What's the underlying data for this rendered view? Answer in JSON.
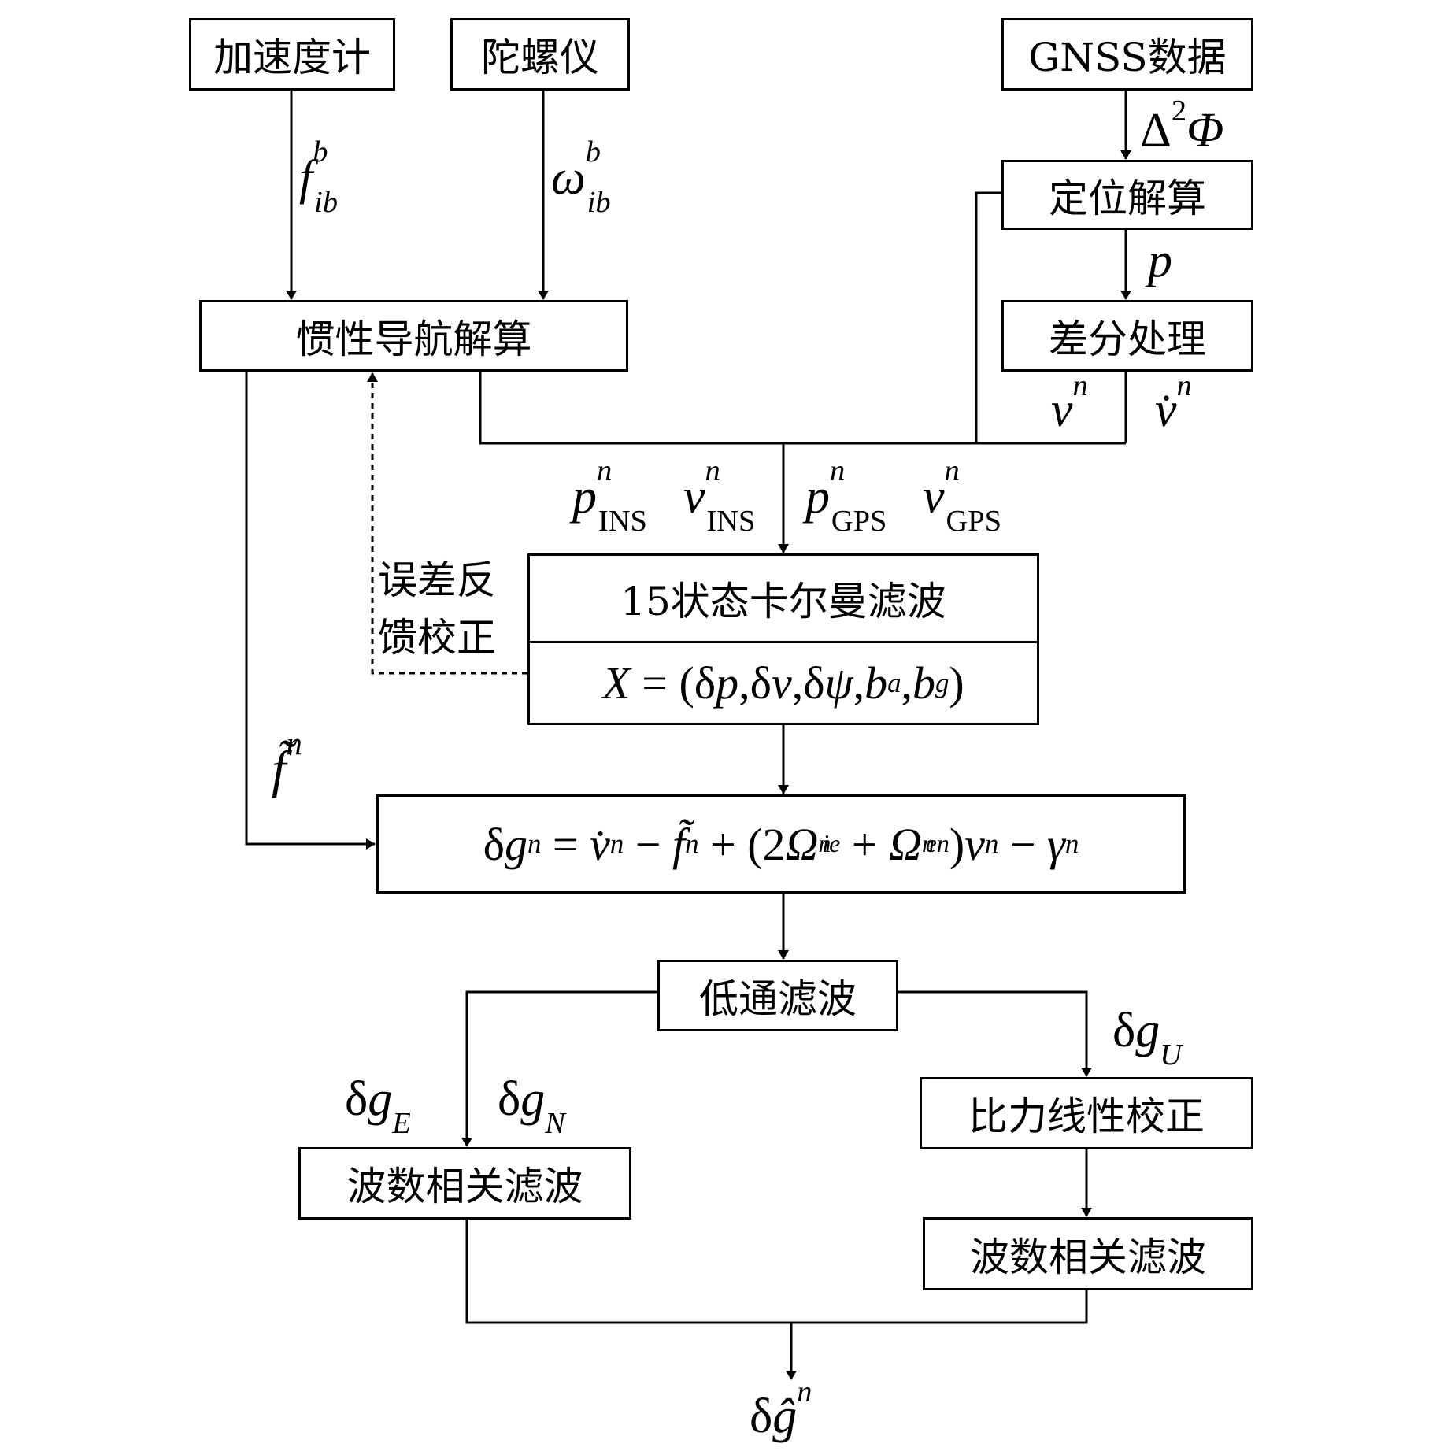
{
  "nodes": {
    "accelerometer": "加速度计",
    "gyroscope": "陀螺仪",
    "gnss_data": "GNSS数据",
    "positioning": "定位解算",
    "differencing": "差分处理",
    "ins_solution": "惯性导航解算",
    "kalman_title": "15状态卡尔曼滤波",
    "kalman_state": "X = (δp,δv,δψ,b_a,b_g)",
    "gravity_eq": "δg^n = v̇^n − f̃^n + (2Ω^n_ie + Ω^n_en)v^n − γ^n",
    "lowpass": "低通滤波",
    "wavenumber_left": "波数相关滤波",
    "specific_force_corr": "比力线性校正",
    "wavenumber_right": "波数相关滤波"
  },
  "labels": {
    "f_ib_b": "f^b_ib",
    "omega_ib_b": "ω^b_ib",
    "delta2_phi": "Δ²Φ",
    "p": "p",
    "v_n": "v^n",
    "v_dot_n": "v̇^n",
    "p_ins": "p^n_INS",
    "v_ins": "v^n_INS",
    "p_gps": "p^n_GPS",
    "v_gps": "v^n_GPS",
    "feedback_line1": "误差反",
    "feedback_line2": "馈校正",
    "f_tilde_n": "f̃^n",
    "dg_E": "δg_E",
    "dg_N": "δg_N",
    "dg_U": "δg_U",
    "dg_hat_n": "δĝ^n"
  }
}
